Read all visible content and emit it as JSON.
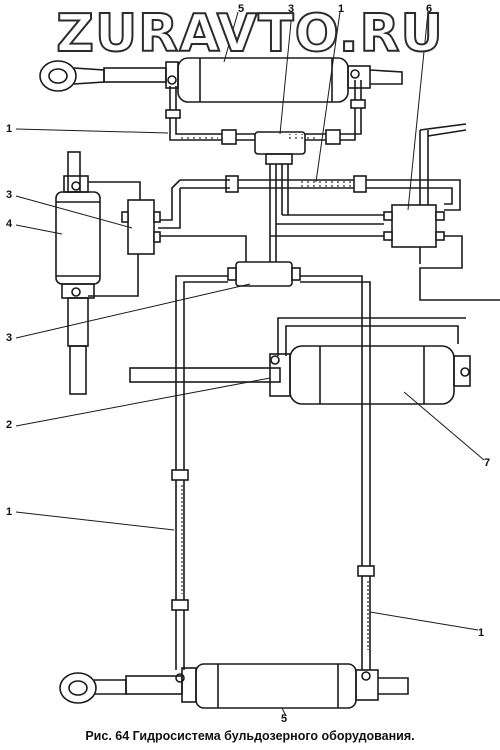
{
  "watermark": "ZURAVTO.RU",
  "caption": "Рис. 64 Гидросистема бульдозерного оборудования.",
  "callouts": {
    "top_left_1": "1",
    "top_left_3": "3",
    "top_left_4": "4",
    "mid_left_3": "3",
    "mid_left_2": "2",
    "lower_left_1": "1",
    "top_5": "5",
    "top_3": "3",
    "top_1": "1",
    "top_6": "6",
    "right_7": "7",
    "bottom_right_1": "1",
    "bottom_5": "5"
  }
}
